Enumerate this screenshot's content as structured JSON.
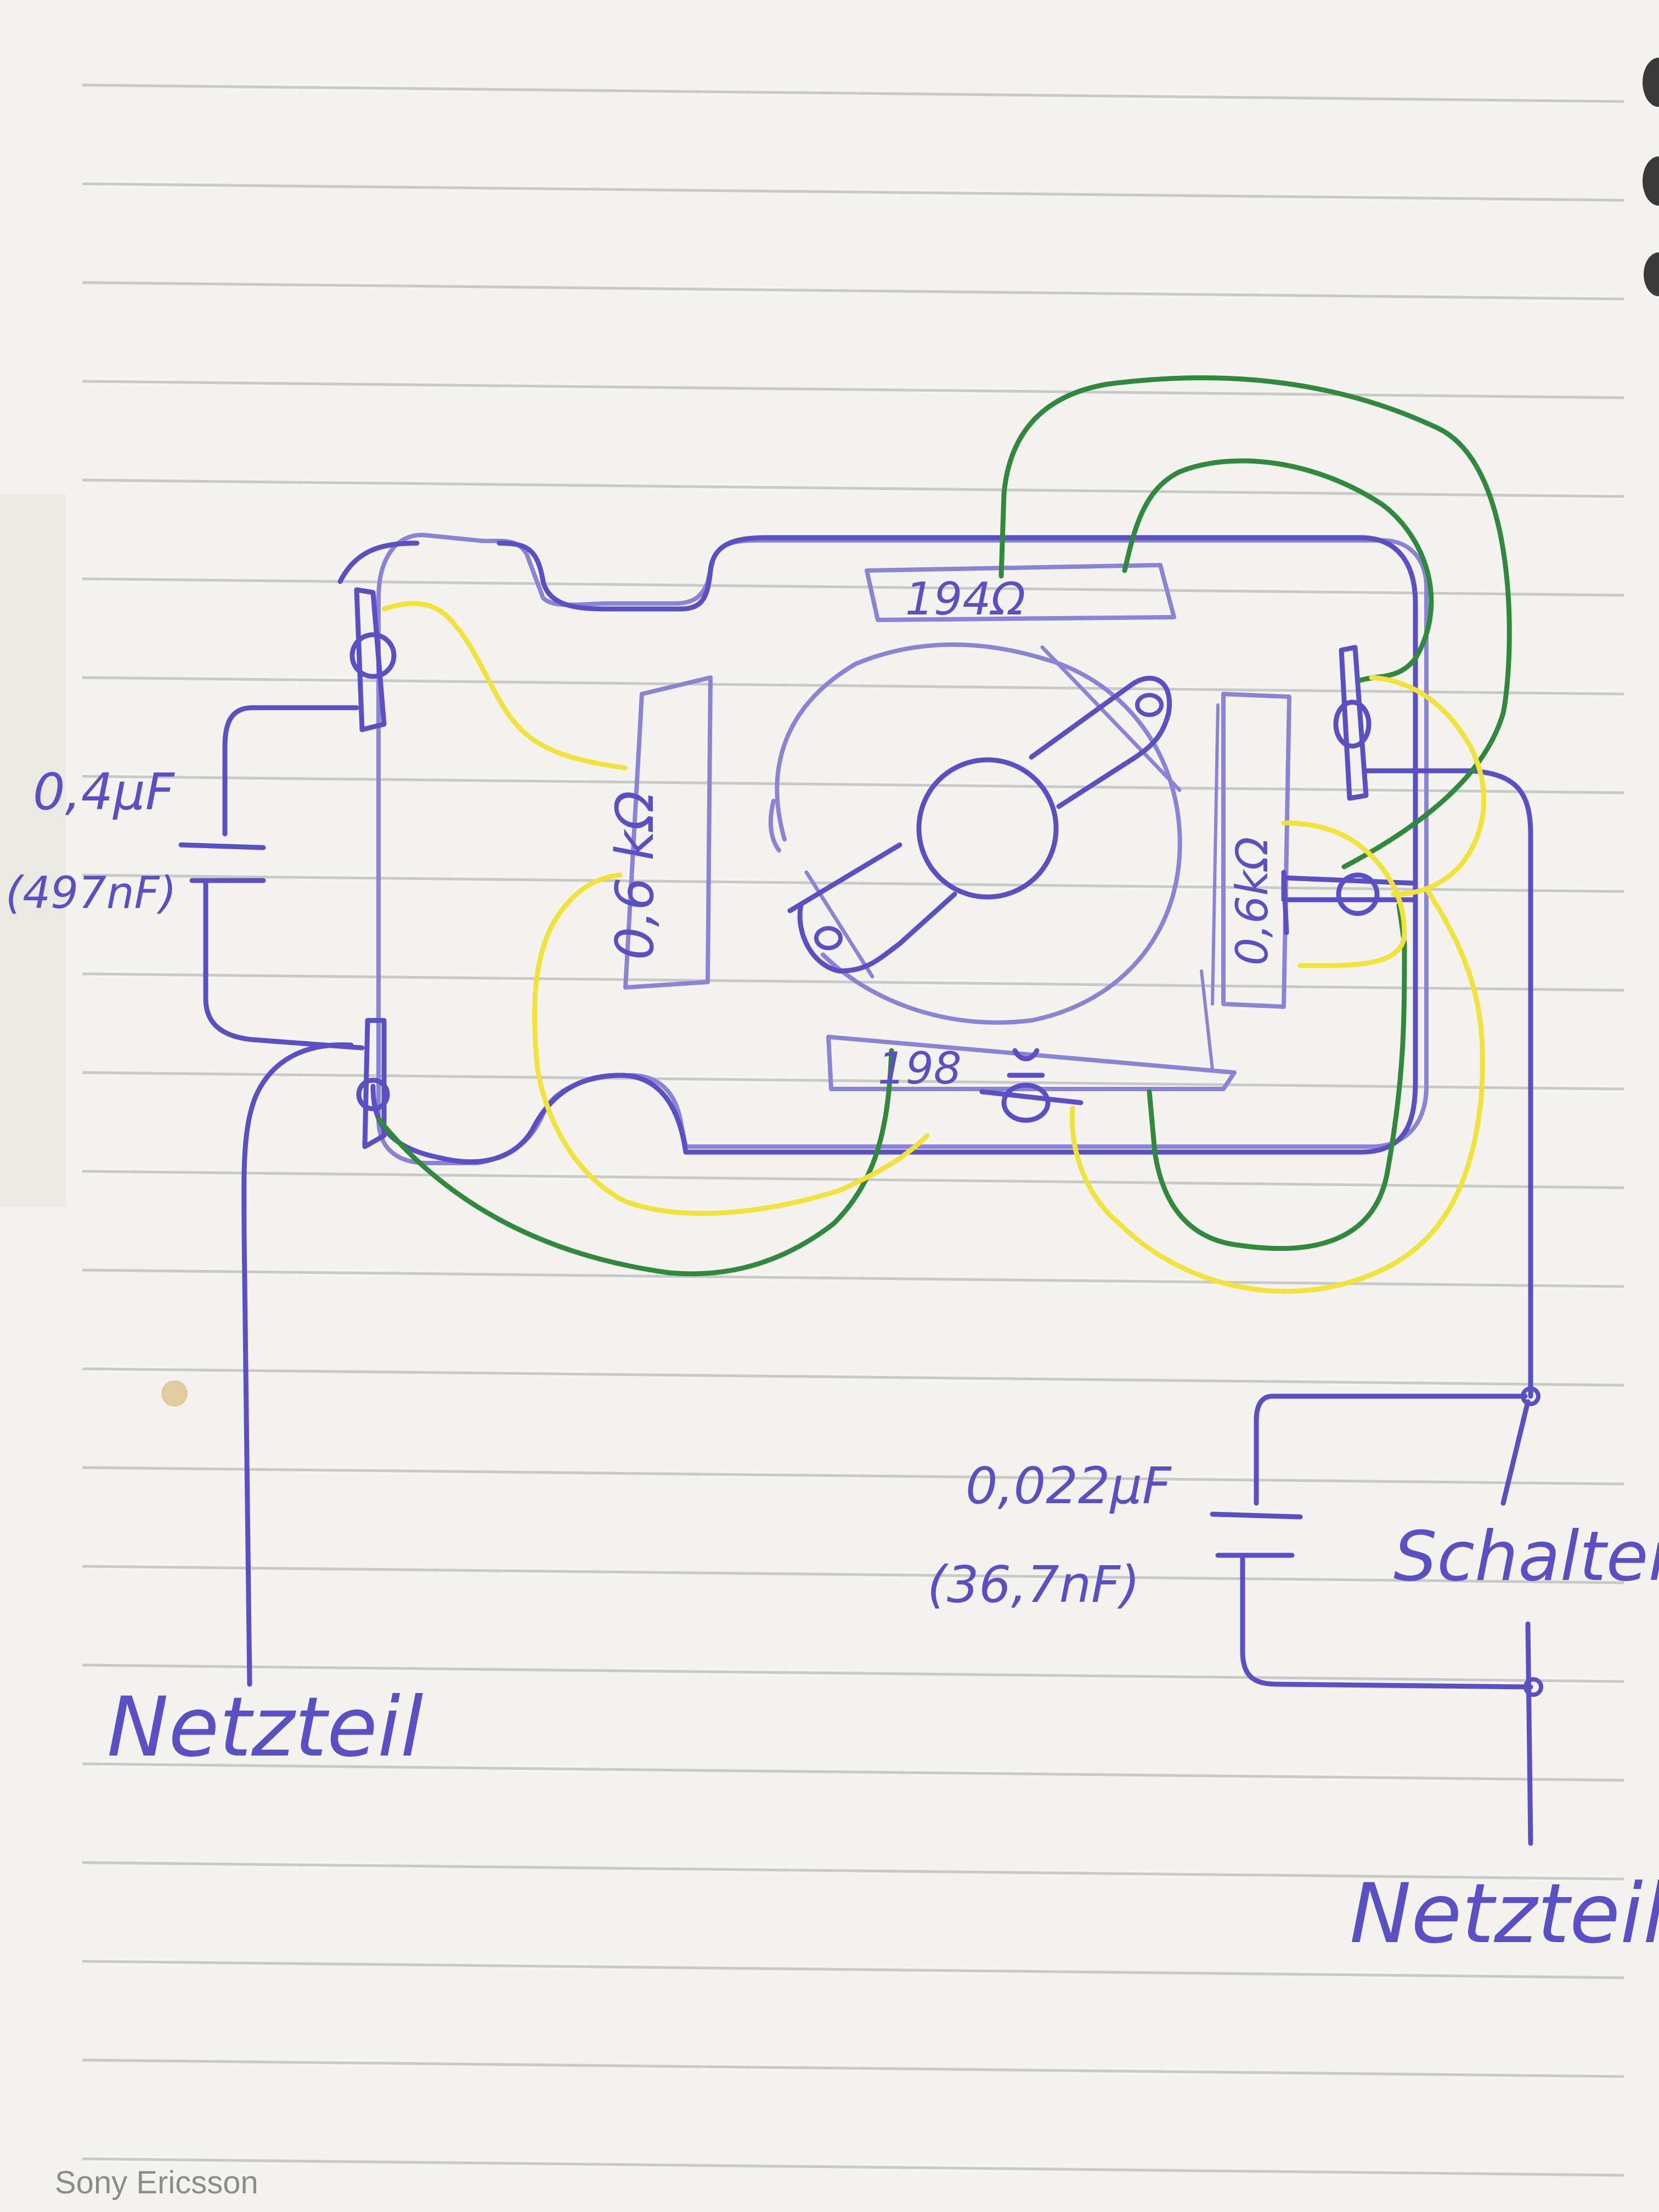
{
  "colors": {
    "paper": "#f4f3ef",
    "rule": "#c9c9c9",
    "ink_blue": "#5a4fc4",
    "ink_light": "#8a83d6",
    "ink_green": "#2f8a3c",
    "ink_yellow": "#f0e43a",
    "brand": "#8c8c8c"
  },
  "labels": {
    "cap_left_value": "0,4μF",
    "cap_left_alt": "(497nF)",
    "res_top": "194Ω",
    "res_left_center": "0,6 kΩ",
    "res_right": "0,6kΩ",
    "res_bottom": "198",
    "cap_right_value": "0,022μF",
    "cap_right_alt": "(36,7nF)",
    "switch": "Schalter",
    "supply_left": "Netzteil",
    "supply_right": "Netzteil",
    "brand": "Sony Ericsson"
  }
}
